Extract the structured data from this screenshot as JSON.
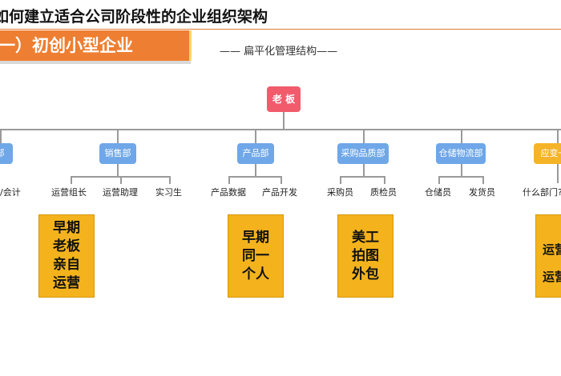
{
  "title": "如何建立适合公司阶段性的企业组织架构",
  "banner": "一）初创小型企业",
  "subtitle": "—— 扁平化管理结构——",
  "boss": "老 板",
  "departments": [
    {
      "label": "部",
      "roles": [
        "/会计"
      ]
    },
    {
      "label": "销售部",
      "roles": [
        "运营组长",
        "运营助理",
        "实习生"
      ]
    },
    {
      "label": "产品部",
      "roles": [
        "产品数据",
        "产品开发"
      ]
    },
    {
      "label": "采购品质部",
      "roles": [
        "采购员",
        "质检员"
      ]
    },
    {
      "label": "仓储物流部",
      "roles": [
        "仓储员",
        "发货员"
      ]
    },
    {
      "label": "应变一",
      "roles": [
        "什么部门?"
      ]
    }
  ],
  "notes": [
    "早期老板亲自运营",
    "早期同一个人",
    "美工拍图外包",
    [
      "运营",
      "运营"
    ]
  ],
  "colors": {
    "boss": "#f15b6c",
    "department": "#6fa7e8",
    "department_flex": "#f5b427",
    "note": "#f4b31d",
    "banner": "#ee7e31"
  }
}
